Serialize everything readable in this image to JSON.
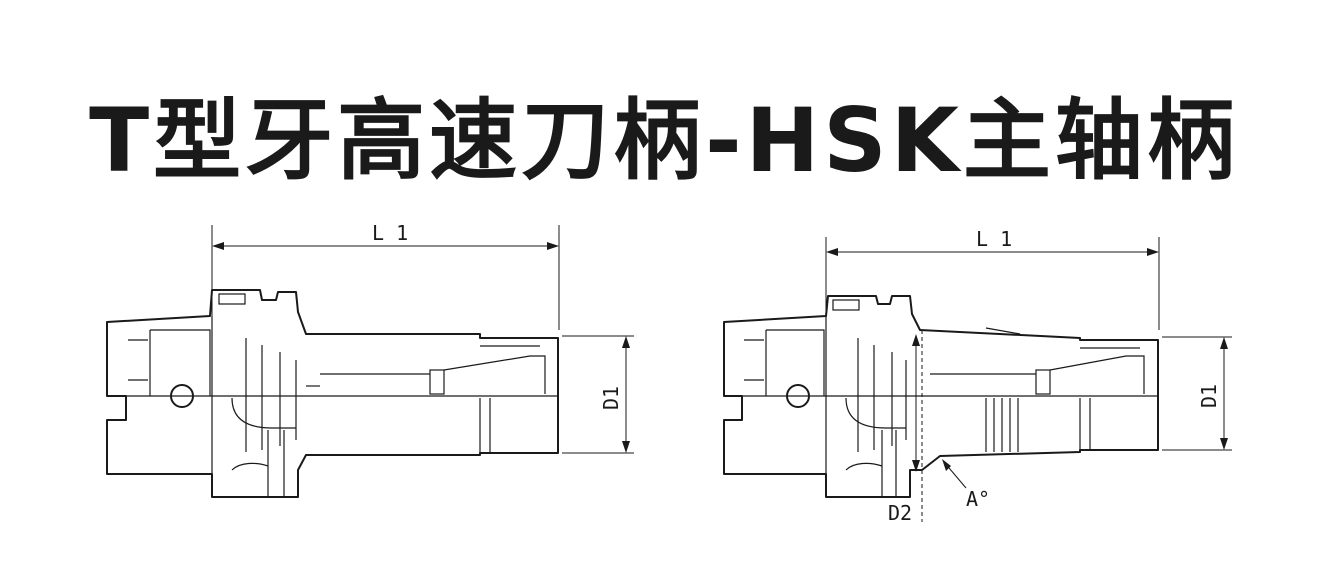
{
  "title": "T型牙高速刀柄-HSK主轴柄",
  "left_drawing": {
    "length_label": "L 1",
    "diameter_label": "D1"
  },
  "right_drawing": {
    "length_label": "L 1",
    "diameter_label": "D1",
    "small_diameter_label": "D2",
    "angle_label": "A°"
  }
}
